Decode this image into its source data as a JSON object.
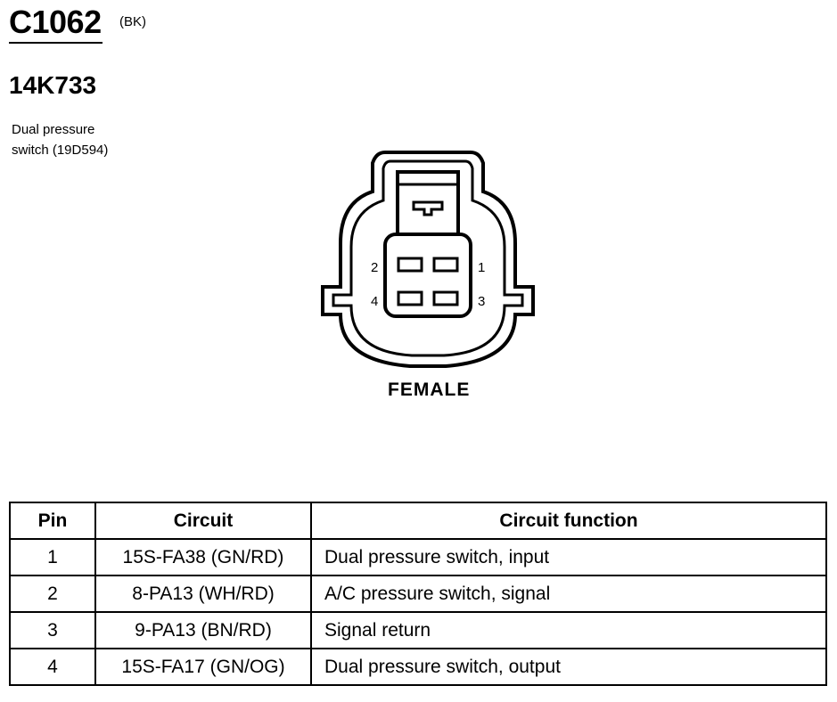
{
  "connector": {
    "id": "C1062",
    "color_code": "(BK)",
    "part_number": "14K733",
    "description_line1": "Dual pressure",
    "description_line2": "switch (19D594)",
    "gender": "FEMALE",
    "pin_labels": {
      "p1": "1",
      "p2": "2",
      "p3": "3",
      "p4": "4"
    }
  },
  "table": {
    "headers": {
      "pin": "Pin",
      "circuit": "Circuit",
      "function": "Circuit function"
    },
    "rows": [
      {
        "pin": "1",
        "circuit": "15S-FA38 (GN/RD)",
        "function": "Dual pressure switch, input"
      },
      {
        "pin": "2",
        "circuit": "8-PA13 (WH/RD)",
        "function": "A/C pressure switch, signal"
      },
      {
        "pin": "3",
        "circuit": "9-PA13 (BN/RD)",
        "function": "Signal return"
      },
      {
        "pin": "4",
        "circuit": "15S-FA17 (GN/OG)",
        "function": "Dual pressure switch, output"
      }
    ]
  }
}
